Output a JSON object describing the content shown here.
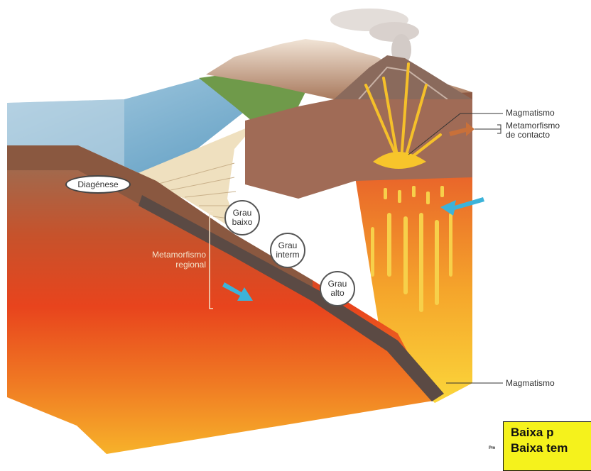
{
  "labels": {
    "diagenese": "Diagénese",
    "grau_baixo": [
      "Grau",
      "baixo"
    ],
    "grau_interm": [
      "Grau",
      "interm"
    ],
    "grau_alto": [
      "Grau",
      "alto"
    ],
    "metamorfismo_regional": [
      "Metamorfismo",
      "regional"
    ],
    "magmatismo_top": "Magmatismo",
    "metamorfismo_contacto": [
      "Metamorfismo",
      "de contacto"
    ],
    "magmatismo_bottom": "Magmatismo"
  },
  "bottom_box": {
    "line1": "Baixa p",
    "line2": "Baixa tem",
    "marker": "Pm"
  },
  "colors": {
    "mantle_red": "#e8421c",
    "mantle_orange": "#f59a25",
    "crust_brown": "#a0674a",
    "ocean_blue": "#7eb4d3",
    "arrow_blue": "#3cb3d9",
    "magma_yellow": "#f7c52b",
    "highlight_box": "#f5f21c"
  },
  "icons": [
    "volcano-icon",
    "arrow-icon"
  ]
}
